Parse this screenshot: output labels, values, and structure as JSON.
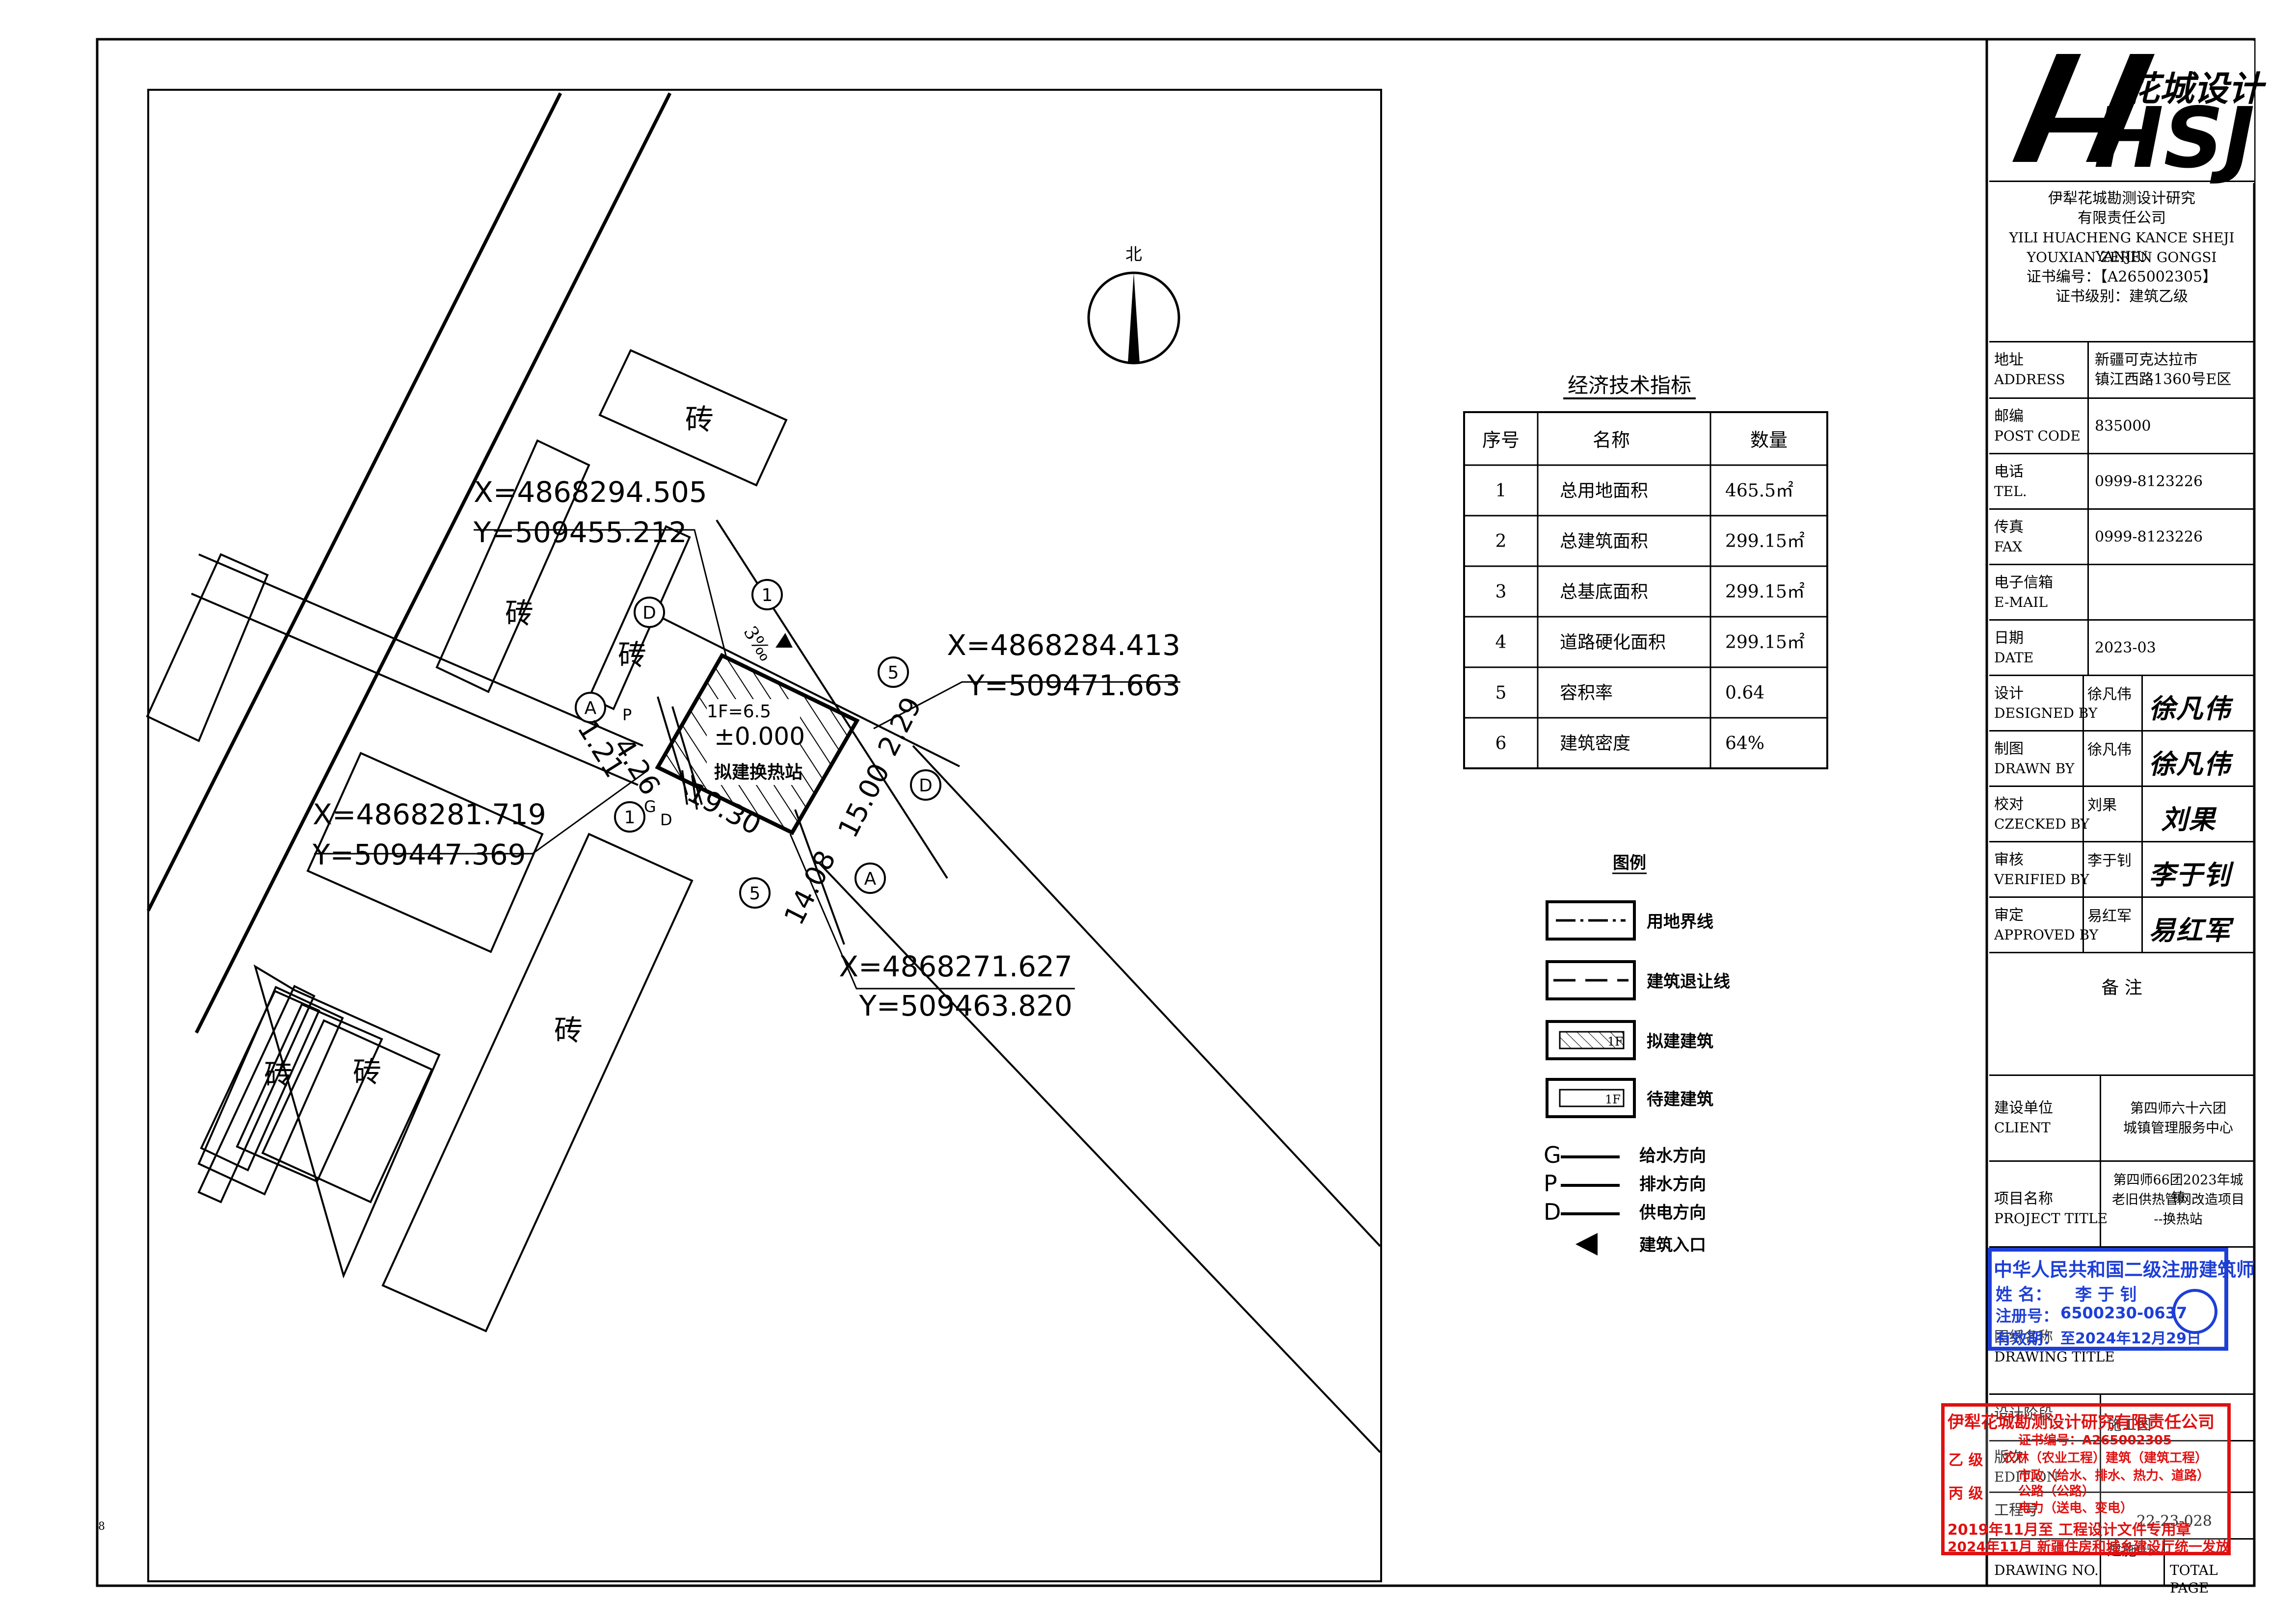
{
  "site": {
    "north_label": "北",
    "brick_label": "砖",
    "building_level": "1F=6.5",
    "building_elevation": "±0.000",
    "building_name": "拟建换热站",
    "slope": "3‰",
    "coordinates": [
      {
        "x": "X=4868294.505",
        "y": "Y=509455.212"
      },
      {
        "x": "X=4868284.413",
        "y": "Y=509471.663"
      },
      {
        "x": "X=4868281.719",
        "y": "Y=509447.369"
      },
      {
        "x": "X=4868271.627",
        "y": "Y=509463.820"
      }
    ],
    "dimensions": {
      "d1": "1.21",
      "d2": "4.26",
      "d3": "19.30",
      "d4": "15.00",
      "d5": "2.29",
      "d6": "14.08"
    },
    "axes": {
      "a": "A",
      "d": "D",
      "one": "1",
      "five": "5"
    },
    "pipes": {
      "g": "G",
      "p": "P",
      "d": "D"
    }
  },
  "indicators": {
    "title": "经济技术指标",
    "headers": [
      "序号",
      "名称",
      "数量"
    ],
    "rows": [
      [
        "1",
        "总用地面积",
        "465.5㎡"
      ],
      [
        "2",
        "总建筑面积",
        "299.15㎡"
      ],
      [
        "3",
        "总基底面积",
        "299.15㎡"
      ],
      [
        "4",
        "道路硬化面积",
        "299.15㎡"
      ],
      [
        "5",
        "容积率",
        "0.64"
      ],
      [
        "6",
        "建筑密度",
        "64%"
      ]
    ]
  },
  "legend": {
    "title": "图例",
    "boundary": "用地界线",
    "setback": "建筑退让线",
    "proposed": "拟建建筑",
    "proposed_tag": "1F",
    "pending": "待建建筑",
    "pending_tag": "1F",
    "water": "给水方向",
    "drain": "排水方向",
    "power": "供电方向",
    "entrance": "建筑入口",
    "g": "G",
    "p": "P",
    "d": "D"
  },
  "titleblock": {
    "logo": "花城设计",
    "logo_letters": "HSJ",
    "company_cn1": "伊犁花城勘测设计研究",
    "company_cn2": "有限责任公司",
    "company_en1": "YILI HUACHENG KANCE SHEJI YANJIU",
    "company_en2": "YOUXIAN ZEREN GONGSI",
    "cert_no": "证书编号：【A265002305】",
    "cert_level": "证书级别：建筑乙级",
    "address_cn": "地址",
    "address_en": "ADDRESS",
    "address_val1": "新疆可克达拉市",
    "address_val2": "镇江西路1360号E区",
    "post_cn": "邮编",
    "post_en": "POST CODE",
    "post_val": "835000",
    "tel_cn": "电话",
    "tel_en": "TEL.",
    "tel_val": "0999-8123226",
    "fax_cn": "传真",
    "fax_en": "FAX",
    "fax_val": "0999-8123226",
    "email_cn": "电子信箱",
    "email_en": "E-MAIL",
    "date_cn": "日期",
    "date_en": "DATE",
    "date_val": "2023-03",
    "design_cn": "设计",
    "design_en": "DESIGNED BY",
    "design_name": "徐凡伟",
    "drawn_cn": "制图",
    "drawn_en": "DRAWN BY",
    "drawn_name": "徐凡伟",
    "check_cn": "校对",
    "check_en": "CZECKED BY",
    "check_name": "刘果",
    "verify_cn": "审核",
    "verify_en": "VERIFIED BY",
    "verify_name": "李于钊",
    "approve_cn": "审定",
    "approve_en": "APPROVED BY",
    "approve_name": "易红军",
    "sig_design": "徐凡伟",
    "sig_drawn": "徐凡伟",
    "sig_check": "刘果",
    "sig_verify": "李于钊",
    "sig_approve": "易红军",
    "remarks": "备 注",
    "client_cn": "建设单位",
    "client_en": "CLIENT",
    "client_val1": "第四师六十六团",
    "client_val2": "城镇管理服务中心",
    "project_cn": "项目名称",
    "project_en": "PROJECT TITLE",
    "project_val1": "第四师66团2023年城镇",
    "project_val2": "老旧供热管网改造项目",
    "project_val3": "--换热站",
    "drawing_title_cn": "图纸名称",
    "drawing_title_en": "DRAWING TITLE",
    "stage_cn": "设计阶段",
    "stage_val": "施工图",
    "edition_cn": "版次",
    "edition_en": "EDITION",
    "jobno_cn": "工程号",
    "jobno_val": "22-23-028",
    "drawing_no_en": "DRAWING NO.",
    "drawing_no_val": "建施05",
    "total_page": "TOTAL PAGE"
  },
  "stamp_blue": {
    "line1": "中华人民共和国二级注册建筑师",
    "line2a": "姓    名：",
    "line2b": "李 于 钊",
    "line3a": "注册号：",
    "line3b": "6500230-0637",
    "line4a": "有效期：",
    "line4b": "至2024年12月29日"
  },
  "stamp_red": {
    "line1": "伊犁花城勘测设计研究有限责任公司",
    "line2": "证书编号：A265002305",
    "line3a": "乙  级",
    "line3b": "农林（农业工程）建筑（建筑工程）",
    "line4": "市政（给水、排水、热力、道路）",
    "line5a": "丙  级",
    "line5b": "公路（公路）",
    "line6": "电力（送电、变电）",
    "line7": "2019年11月至  工程设计文件专用章",
    "line8": "2024年11月  新疆住房和城乡建设厅统一发放"
  },
  "colors": {
    "line": "#000000",
    "stamp_blue": "#1e3fd6",
    "stamp_red": "#e01010"
  }
}
